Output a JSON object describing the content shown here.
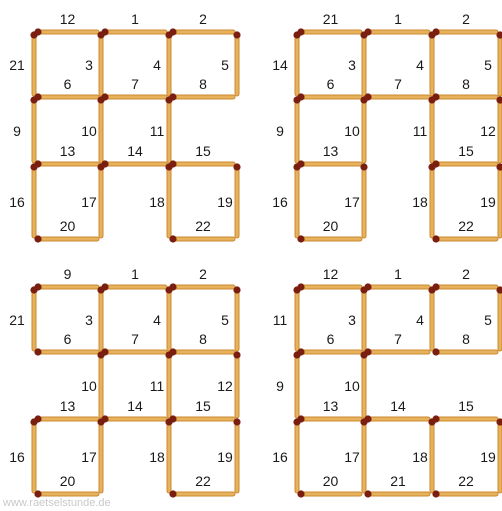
{
  "watermark": "www.raetselstunde.de",
  "colors": {
    "stick_wood": "#E8B25C",
    "stick_edge": "#C98A30",
    "stick_head": "#7A1E10",
    "number": "#1a1a1a"
  },
  "icons": {
    "stick": "matchstick-icon"
  },
  "puzzles": [
    {
      "name": "top-left",
      "sticks": [
        {
          "n": "12",
          "o": "h",
          "r": 0,
          "c": 0
        },
        {
          "n": "1",
          "o": "h",
          "r": 0,
          "c": 1
        },
        {
          "n": "2",
          "o": "h",
          "r": 0,
          "c": 2
        },
        {
          "n": "21",
          "o": "v",
          "r": 0,
          "c": 0
        },
        {
          "n": "3",
          "o": "v",
          "r": 0,
          "c": 1
        },
        {
          "n": "4",
          "o": "v",
          "r": 0,
          "c": 2
        },
        {
          "n": "5",
          "o": "v",
          "r": 0,
          "c": 3
        },
        {
          "n": "6",
          "o": "h",
          "r": 1,
          "c": 0
        },
        {
          "n": "7",
          "o": "h",
          "r": 1,
          "c": 1
        },
        {
          "n": "8",
          "o": "h",
          "r": 1,
          "c": 2
        },
        {
          "n": "9",
          "o": "v",
          "r": 1,
          "c": 0
        },
        {
          "n": "10",
          "o": "v",
          "r": 1,
          "c": 1
        },
        {
          "n": "11",
          "o": "v",
          "r": 1,
          "c": 2
        },
        {
          "n": "13",
          "o": "h",
          "r": 2,
          "c": 0
        },
        {
          "n": "14",
          "o": "h",
          "r": 2,
          "c": 1
        },
        {
          "n": "15",
          "o": "h",
          "r": 2,
          "c": 2
        },
        {
          "n": "16",
          "o": "v",
          "r": 2,
          "c": 0
        },
        {
          "n": "17",
          "o": "v",
          "r": 2,
          "c": 1
        },
        {
          "n": "18",
          "o": "v",
          "r": 2,
          "c": 2
        },
        {
          "n": "19",
          "o": "v",
          "r": 2,
          "c": 3
        },
        {
          "n": "20",
          "o": "h",
          "r": 3,
          "c": 0
        },
        {
          "n": "22",
          "o": "h",
          "r": 3,
          "c": 2
        }
      ]
    },
    {
      "name": "top-right",
      "sticks": [
        {
          "n": "21",
          "o": "h",
          "r": 0,
          "c": 0
        },
        {
          "n": "1",
          "o": "h",
          "r": 0,
          "c": 1
        },
        {
          "n": "2",
          "o": "h",
          "r": 0,
          "c": 2
        },
        {
          "n": "14",
          "o": "v",
          "r": 0,
          "c": 0
        },
        {
          "n": "3",
          "o": "v",
          "r": 0,
          "c": 1
        },
        {
          "n": "4",
          "o": "v",
          "r": 0,
          "c": 2
        },
        {
          "n": "5",
          "o": "v",
          "r": 0,
          "c": 3
        },
        {
          "n": "6",
          "o": "h",
          "r": 1,
          "c": 0
        },
        {
          "n": "7",
          "o": "h",
          "r": 1,
          "c": 1
        },
        {
          "n": "8",
          "o": "h",
          "r": 1,
          "c": 2
        },
        {
          "n": "9",
          "o": "v",
          "r": 1,
          "c": 0
        },
        {
          "n": "10",
          "o": "v",
          "r": 1,
          "c": 1
        },
        {
          "n": "11",
          "o": "v",
          "r": 1,
          "c": 2
        },
        {
          "n": "12",
          "o": "v",
          "r": 1,
          "c": 3
        },
        {
          "n": "13",
          "o": "h",
          "r": 2,
          "c": 0
        },
        {
          "n": "15",
          "o": "h",
          "r": 2,
          "c": 2
        },
        {
          "n": "16",
          "o": "v",
          "r": 2,
          "c": 0
        },
        {
          "n": "17",
          "o": "v",
          "r": 2,
          "c": 1
        },
        {
          "n": "18",
          "o": "v",
          "r": 2,
          "c": 2
        },
        {
          "n": "19",
          "o": "v",
          "r": 2,
          "c": 3
        },
        {
          "n": "20",
          "o": "h",
          "r": 3,
          "c": 0
        },
        {
          "n": "22",
          "o": "h",
          "r": 3,
          "c": 2
        }
      ]
    },
    {
      "name": "bottom-left",
      "sticks": [
        {
          "n": "9",
          "o": "h",
          "r": 0,
          "c": 0
        },
        {
          "n": "1",
          "o": "h",
          "r": 0,
          "c": 1
        },
        {
          "n": "2",
          "o": "h",
          "r": 0,
          "c": 2
        },
        {
          "n": "21",
          "o": "v",
          "r": 0,
          "c": 0
        },
        {
          "n": "3",
          "o": "v",
          "r": 0,
          "c": 1
        },
        {
          "n": "4",
          "o": "v",
          "r": 0,
          "c": 2
        },
        {
          "n": "5",
          "o": "v",
          "r": 0,
          "c": 3
        },
        {
          "n": "6",
          "o": "h",
          "r": 1,
          "c": 0
        },
        {
          "n": "7",
          "o": "h",
          "r": 1,
          "c": 1
        },
        {
          "n": "8",
          "o": "h",
          "r": 1,
          "c": 2
        },
        {
          "n": "10",
          "o": "v",
          "r": 1,
          "c": 1
        },
        {
          "n": "11",
          "o": "v",
          "r": 1,
          "c": 2
        },
        {
          "n": "12",
          "o": "v",
          "r": 1,
          "c": 3
        },
        {
          "n": "13",
          "o": "h",
          "r": 2,
          "c": 0
        },
        {
          "n": "14",
          "o": "h",
          "r": 2,
          "c": 1
        },
        {
          "n": "15",
          "o": "h",
          "r": 2,
          "c": 2
        },
        {
          "n": "16",
          "o": "v",
          "r": 2,
          "c": 0
        },
        {
          "n": "17",
          "o": "v",
          "r": 2,
          "c": 1
        },
        {
          "n": "18",
          "o": "v",
          "r": 2,
          "c": 2
        },
        {
          "n": "19",
          "o": "v",
          "r": 2,
          "c": 3
        },
        {
          "n": "20",
          "o": "h",
          "r": 3,
          "c": 0
        },
        {
          "n": "22",
          "o": "h",
          "r": 3,
          "c": 2
        }
      ]
    },
    {
      "name": "bottom-right",
      "sticks": [
        {
          "n": "12",
          "o": "h",
          "r": 0,
          "c": 0
        },
        {
          "n": "1",
          "o": "h",
          "r": 0,
          "c": 1
        },
        {
          "n": "2",
          "o": "h",
          "r": 0,
          "c": 2
        },
        {
          "n": "11",
          "o": "v",
          "r": 0,
          "c": 0
        },
        {
          "n": "3",
          "o": "v",
          "r": 0,
          "c": 1
        },
        {
          "n": "4",
          "o": "v",
          "r": 0,
          "c": 2
        },
        {
          "n": "5",
          "o": "v",
          "r": 0,
          "c": 3
        },
        {
          "n": "6",
          "o": "h",
          "r": 1,
          "c": 0
        },
        {
          "n": "7",
          "o": "h",
          "r": 1,
          "c": 1
        },
        {
          "n": "8",
          "o": "h",
          "r": 1,
          "c": 2
        },
        {
          "n": "9",
          "o": "v",
          "r": 1,
          "c": 0
        },
        {
          "n": "10",
          "o": "v",
          "r": 1,
          "c": 1
        },
        {
          "n": "13",
          "o": "h",
          "r": 2,
          "c": 0
        },
        {
          "n": "14",
          "o": "h",
          "r": 2,
          "c": 1
        },
        {
          "n": "15",
          "o": "h",
          "r": 2,
          "c": 2
        },
        {
          "n": "16",
          "o": "v",
          "r": 2,
          "c": 0
        },
        {
          "n": "17",
          "o": "v",
          "r": 2,
          "c": 1
        },
        {
          "n": "18",
          "o": "v",
          "r": 2,
          "c": 2
        },
        {
          "n": "19",
          "o": "v",
          "r": 2,
          "c": 3
        },
        {
          "n": "20",
          "o": "h",
          "r": 3,
          "c": 0
        },
        {
          "n": "21",
          "o": "h",
          "r": 3,
          "c": 1
        },
        {
          "n": "22",
          "o": "h",
          "r": 3,
          "c": 2
        }
      ]
    }
  ]
}
